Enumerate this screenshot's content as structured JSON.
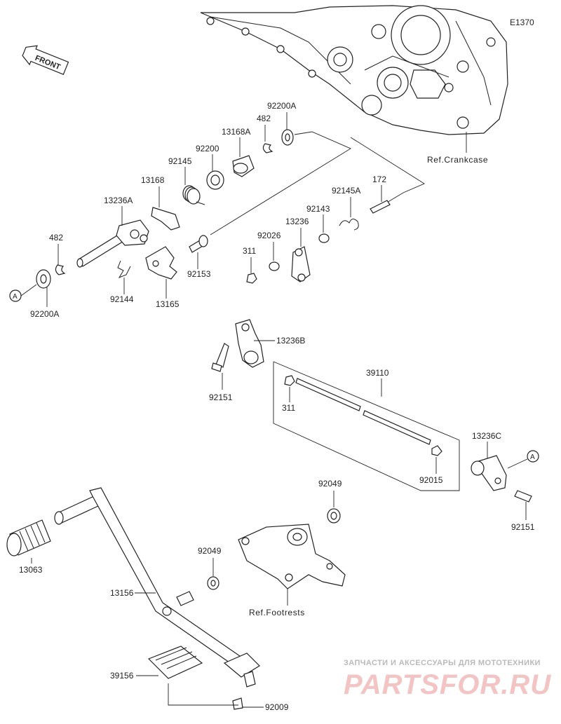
{
  "diagram_code": "E1370",
  "front_label": "FRONT",
  "callout_a": "A",
  "ref_crankcase": "Ref.Crankcase",
  "ref_footrests": "Ref.Footrests",
  "watermark": {
    "top": "ЗАПЧАСТИ И АКСЕССУАРЫ ДЛЯ МОТОТЕХНИКИ",
    "brand": "PARTSFOR.RU"
  },
  "parts": {
    "p92200A_top": "92200A",
    "p482_top": "482",
    "p13168A": "13168A",
    "p92200": "92200",
    "p92145": "92145",
    "p13168": "13168",
    "p13236A": "13236A",
    "p482_left": "482",
    "p92200A_left": "92200A",
    "p92144": "92144",
    "p13165": "13165",
    "p92153": "92153",
    "p172": "172",
    "p92145A": "92145A",
    "p92143": "92143",
    "p13236": "13236",
    "p92026": "92026",
    "p311_top": "311",
    "p13236B": "13236B",
    "p92151_left": "92151",
    "p39110": "39110",
    "p311_mid": "311",
    "p13236C": "13236C",
    "p92015": "92015",
    "p92151_right": "92151",
    "p92049_top": "92049",
    "p92049_mid": "92049",
    "p13063": "13063",
    "p13156": "13156",
    "p39156": "39156",
    "p92009": "92009"
  }
}
